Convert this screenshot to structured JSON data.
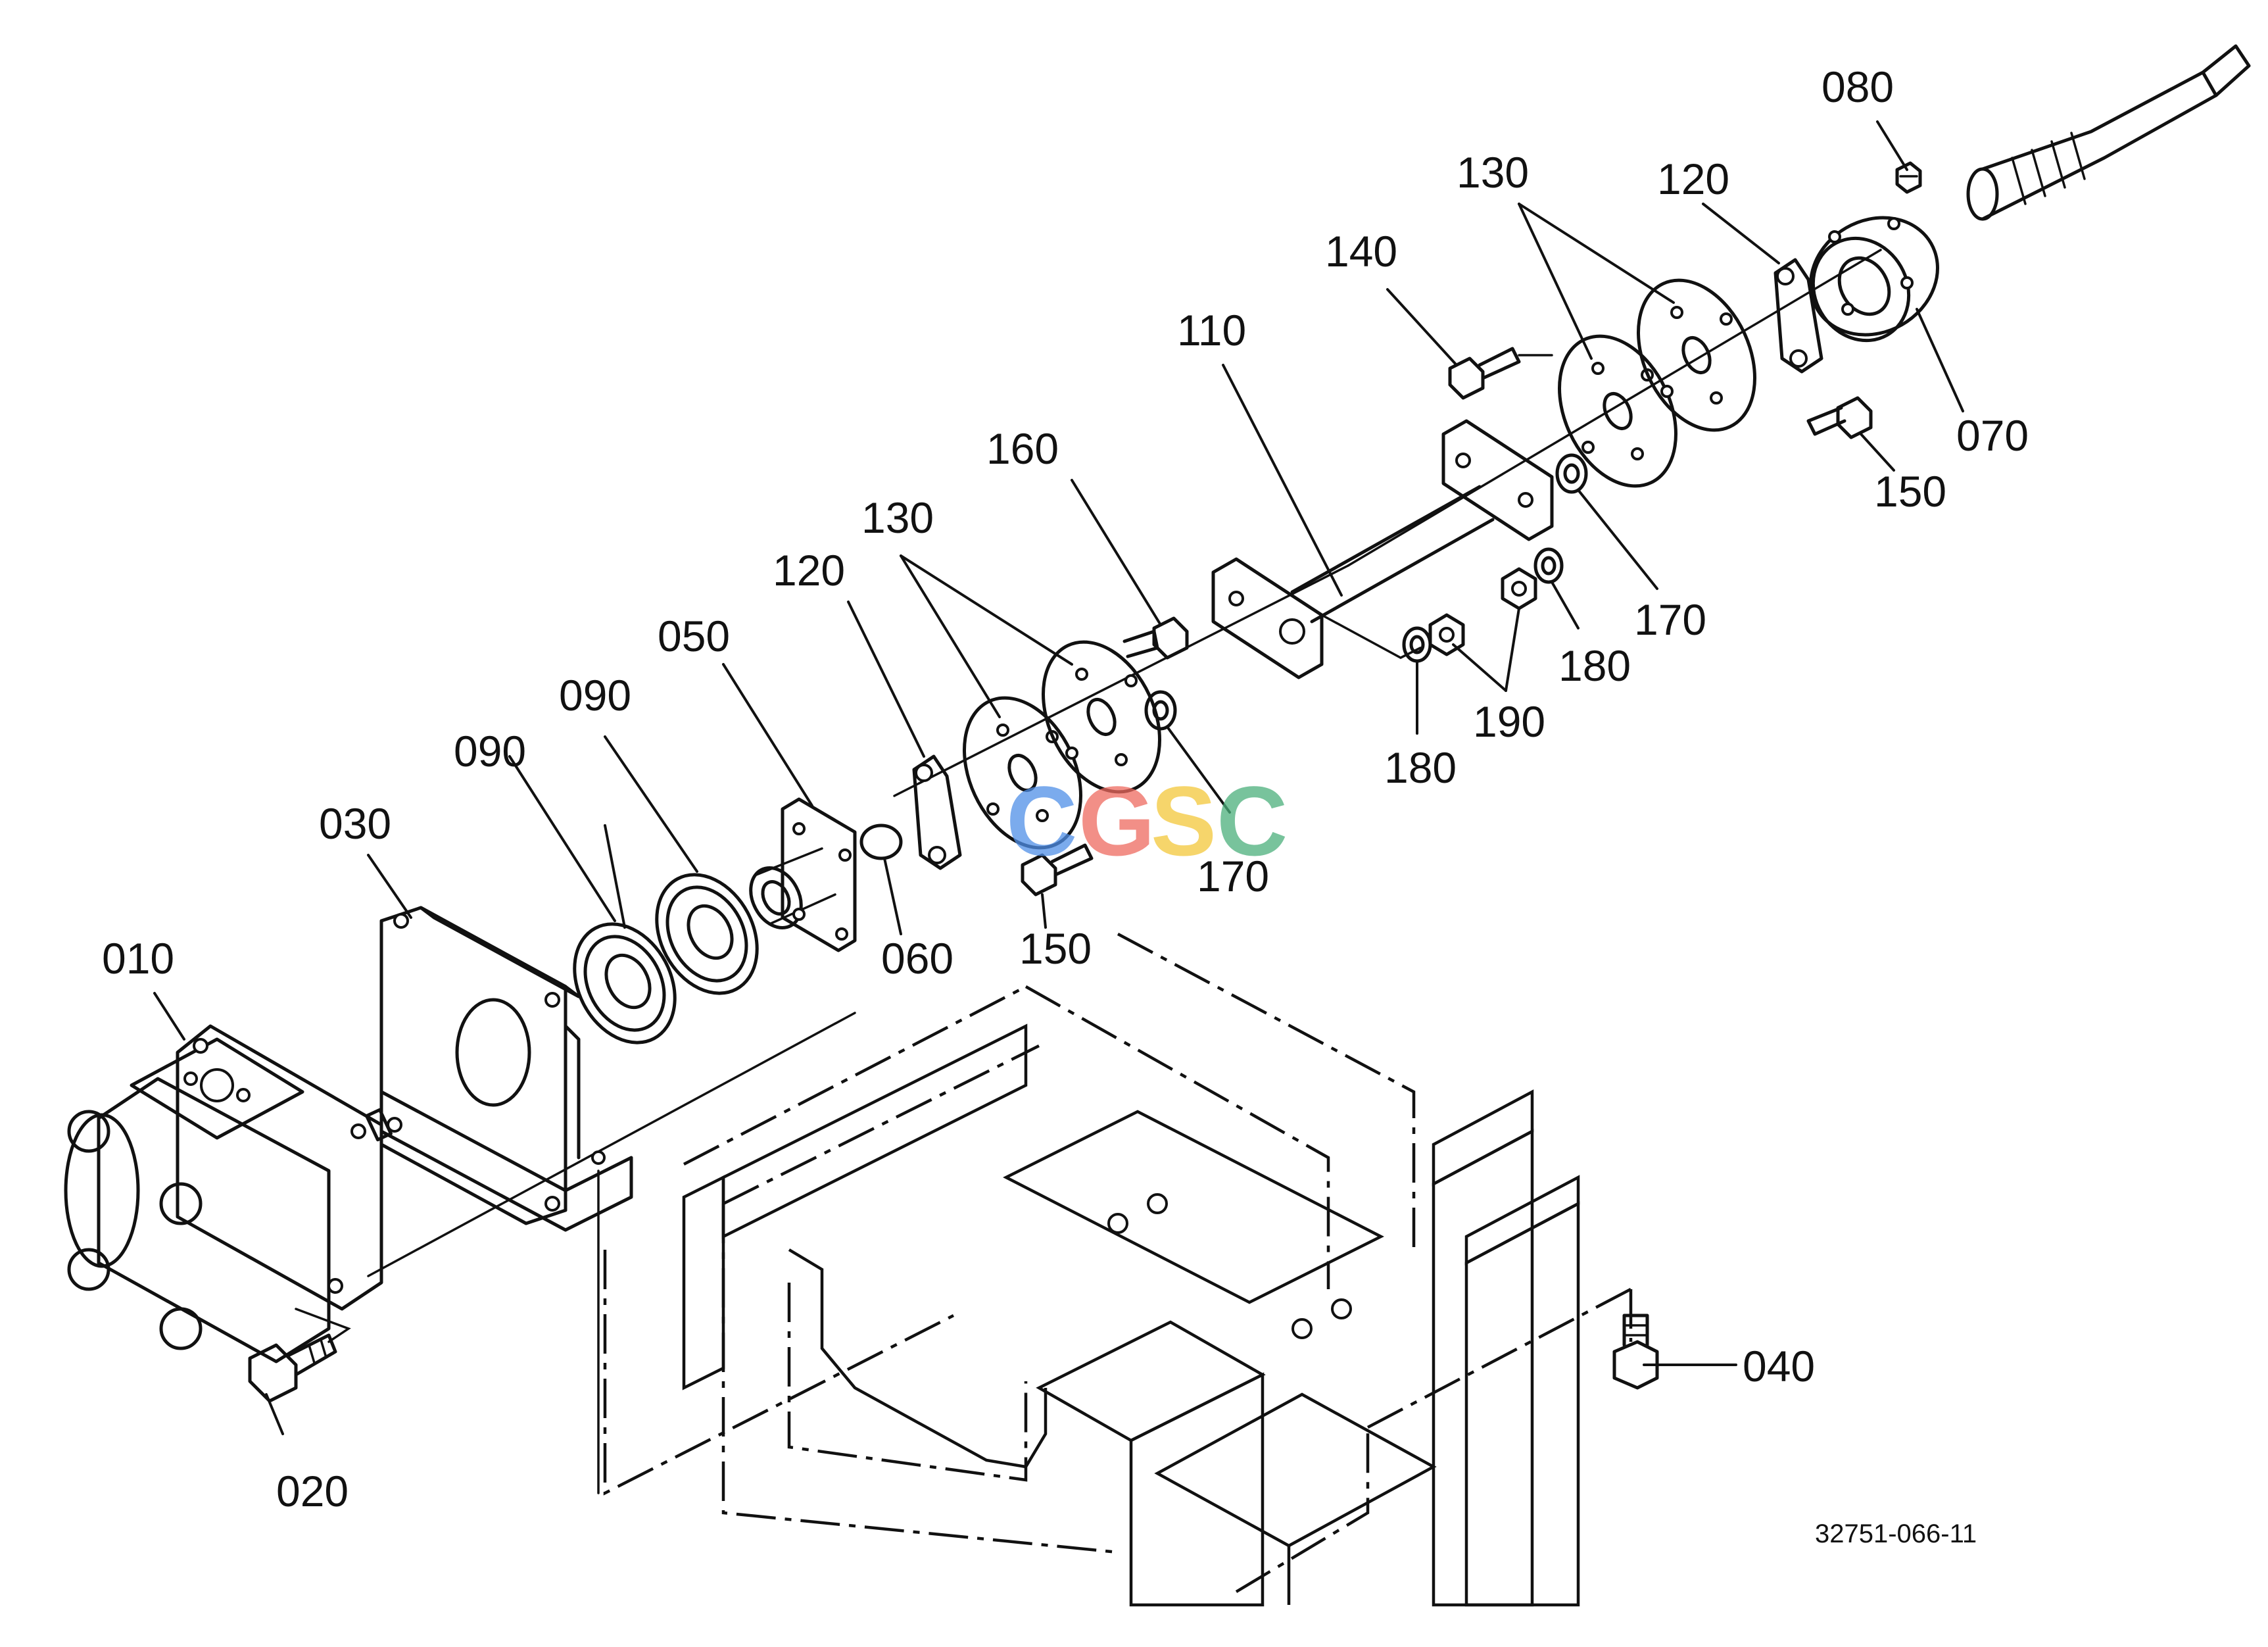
{
  "diagram": {
    "document_number": "32751-066-11",
    "watermark": {
      "letters": [
        "C",
        "G",
        "S",
        "C"
      ],
      "colors": [
        "#4f8fe8",
        "#ee6a5f",
        "#f3c83a",
        "#4bb07c"
      ]
    },
    "callouts": [
      {
        "id": "c010",
        "text": "010"
      },
      {
        "id": "c020",
        "text": "020"
      },
      {
        "id": "c030",
        "text": "030"
      },
      {
        "id": "c040",
        "text": "040"
      },
      {
        "id": "c050",
        "text": "050"
      },
      {
        "id": "c060",
        "text": "060"
      },
      {
        "id": "c070",
        "text": "070"
      },
      {
        "id": "c080",
        "text": "080"
      },
      {
        "id": "c090a",
        "text": "090"
      },
      {
        "id": "c090b",
        "text": "090"
      },
      {
        "id": "c110",
        "text": "110"
      },
      {
        "id": "c120a",
        "text": "120"
      },
      {
        "id": "c120b",
        "text": "120"
      },
      {
        "id": "c130a",
        "text": "130"
      },
      {
        "id": "c130b",
        "text": "130"
      },
      {
        "id": "c140",
        "text": "140"
      },
      {
        "id": "c150a",
        "text": "150"
      },
      {
        "id": "c150b",
        "text": "150"
      },
      {
        "id": "c160",
        "text": "160"
      },
      {
        "id": "c170a",
        "text": "170"
      },
      {
        "id": "c170b",
        "text": "170"
      },
      {
        "id": "c180a",
        "text": "180"
      },
      {
        "id": "c180b",
        "text": "180"
      },
      {
        "id": "c190",
        "text": "190"
      }
    ]
  }
}
